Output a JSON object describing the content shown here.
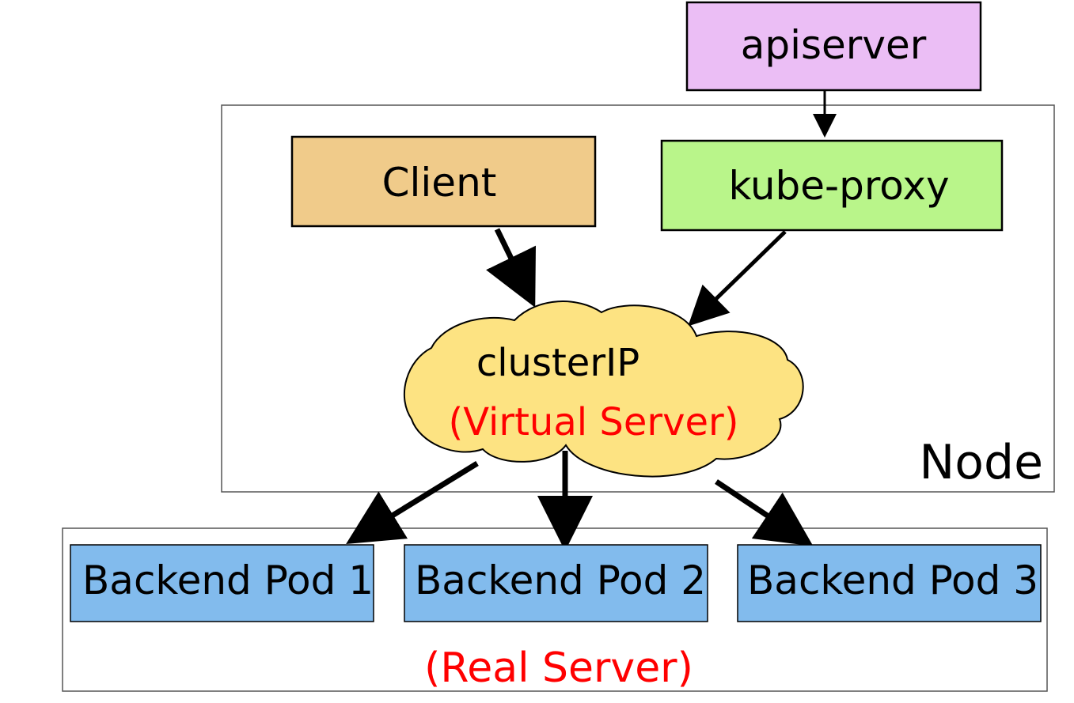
{
  "nodes": {
    "apiserver": "apiserver",
    "client": "Client",
    "kube_proxy": "kube-proxy",
    "cluster_ip": "clusterIP",
    "virtual_server": "(Virtual Server)",
    "node": "Node",
    "pods": [
      "Backend Pod 1",
      "Backend Pod 2",
      "Backend Pod 3"
    ],
    "real_server": "(Real Server)"
  },
  "colors": {
    "apiserver_fill": "#ebbef5",
    "client_fill": "#f0cb8a",
    "kube_proxy_fill": "#b9f58a",
    "cloud_fill": "#fde382",
    "pod_fill": "#82bbed",
    "highlight_text": "#ff0000"
  }
}
